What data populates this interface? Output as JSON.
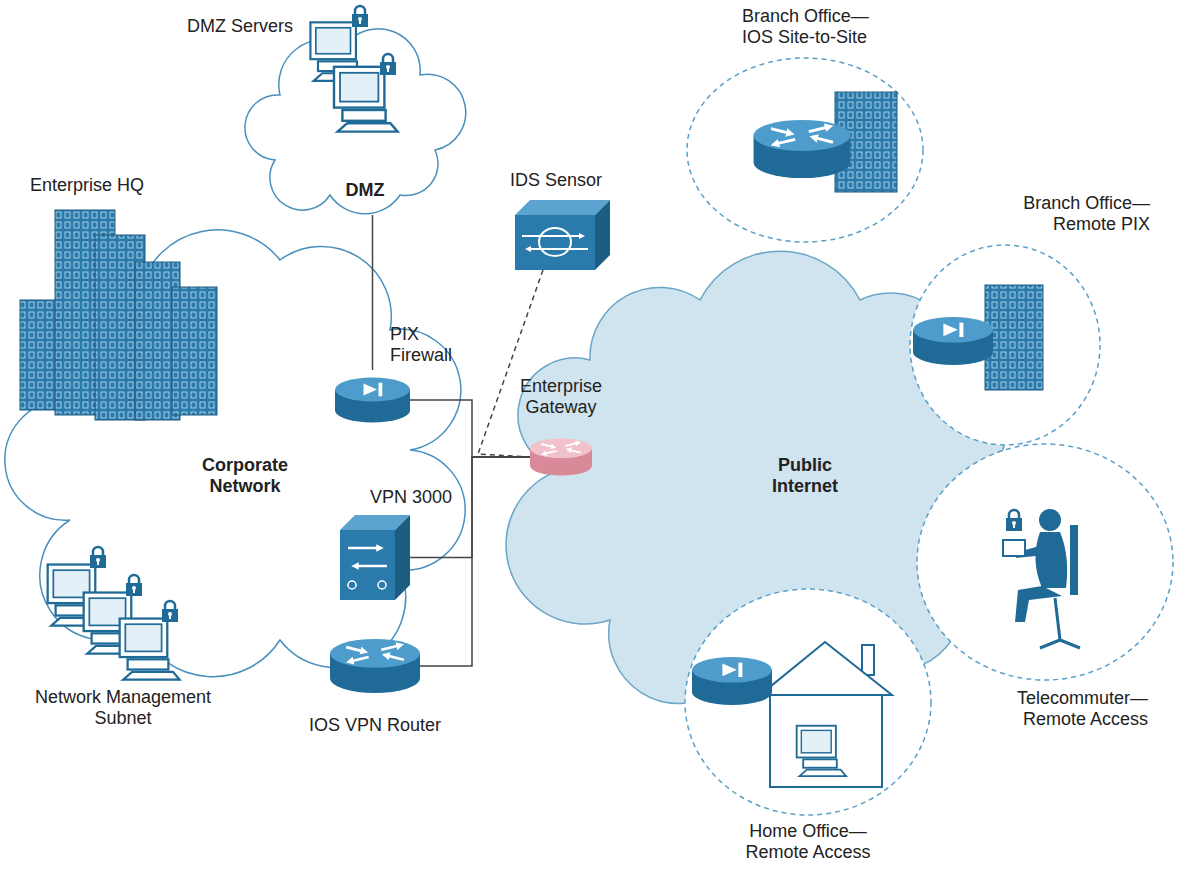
{
  "diagram": {
    "nodes": [
      {
        "text": [
          "DMZ Servers",
          "DMZ"
        ]
      },
      {
        "text": [
          "Corporate Network"
        ]
      },
      {
        "text": [
          "Enterprise HQ"
        ]
      },
      {
        "text": [
          "Network Management Subnet"
        ]
      },
      {
        "text": [
          "PIX Firewall"
        ]
      },
      {
        "text": [
          "VPN 3000"
        ]
      },
      {
        "text": [
          "IOS VPN Router"
        ]
      },
      {
        "text": [
          "IDS Sensor"
        ]
      },
      {
        "text": [
          "Enterprise Gateway"
        ]
      },
      {
        "text": [
          "Public Internet"
        ]
      },
      {
        "text": [
          "Branch Office— IOS Site-to-Site"
        ]
      },
      {
        "text": [
          "Branch Office— Remote PIX"
        ]
      },
      {
        "text": [
          "Telecommuter— Remote Access"
        ]
      },
      {
        "text": [
          "Home Office— Remote Access"
        ]
      }
    ],
    "edges": [
      {
        "from": 0,
        "to": 4,
        "arrow": "none"
      },
      {
        "from": 4,
        "to": 8,
        "arrow": "none"
      },
      {
        "from": 5,
        "to": 8,
        "arrow": "none"
      },
      {
        "from": 6,
        "to": 8,
        "arrow": "none"
      },
      {
        "from": 7,
        "to": 8,
        "arrow": "none"
      }
    ]
  }
}
